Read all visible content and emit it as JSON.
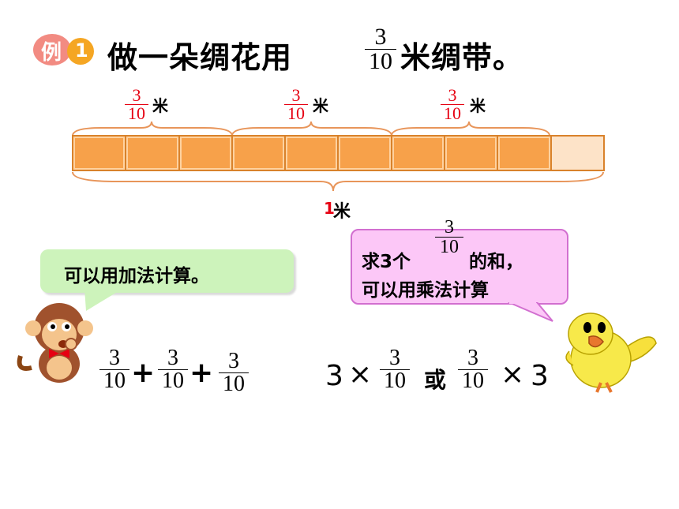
{
  "badge": {
    "text": "例",
    "num": "1"
  },
  "title": {
    "prefix": "做一朵绸花用",
    "numerator": "3",
    "denominator": "10",
    "suffix": "米绸带。"
  },
  "segments": [
    {
      "numerator": "3",
      "denominator": "10",
      "unit": "米"
    },
    {
      "numerator": "3",
      "denominator": "10",
      "unit": "米"
    },
    {
      "numerator": "3",
      "denominator": "10",
      "unit": "米"
    }
  ],
  "total": {
    "value": "1",
    "unit": "米"
  },
  "strip": {
    "total_cells": 10,
    "filled_cells": 9
  },
  "bubble_left": {
    "text": "可以用加法计算。"
  },
  "bubble_right": {
    "line1_prefix": "求3个",
    "numerator": "3",
    "denominator": "10",
    "line1_suffix": "的和，",
    "line2": "可以用乘法计算"
  },
  "addition": {
    "numerator": "3",
    "denominator": "10",
    "plus": "+"
  },
  "multiplication": {
    "three": "3",
    "times": "×",
    "numerator": "3",
    "denominator": "10",
    "or": "或"
  },
  "colors": {
    "strip_fill": "#f7a14a",
    "strip_empty": "#fde3c8",
    "accent_red": "#e60012",
    "bubble_green": "#cdf3bb",
    "bubble_pink": "#fcc7f7"
  }
}
